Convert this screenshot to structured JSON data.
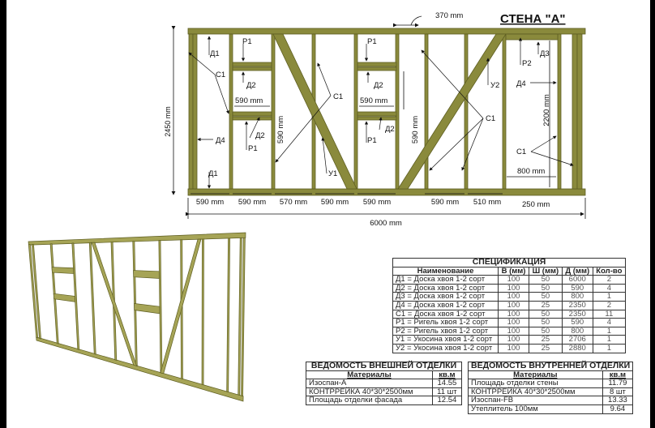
{
  "drawing": {
    "title": "СТЕНА \"А\"",
    "dims": {
      "height": "2450 mm",
      "total_width": "6000 mm",
      "top_gap": "370 mm",
      "window1_width": "590 mm",
      "window1_height": "590 mm",
      "window2_width": "590 mm",
      "window2_height": "590 mm",
      "door_height": "2200 mm",
      "door_width": "800 mm",
      "end_gap": "250 mm",
      "bottom": [
        "590 mm",
        "590 mm",
        "570 mm",
        "590 mm",
        "590 mm",
        "590 mm",
        "510 mm"
      ]
    },
    "labels": [
      "Д1",
      "С1",
      "Д4",
      "Д1",
      "Р1",
      "Д2",
      "Д2",
      "Р1",
      "С1",
      "У1",
      "Р1",
      "Д2",
      "Д2",
      "Р1",
      "У2",
      "С1",
      "Р2",
      "Д3",
      "Д4",
      "С1"
    ]
  },
  "colors": {
    "wood": "#8a8a3c",
    "wood_dark": "#5e5e22",
    "wood_light": "#a6a456"
  },
  "spec": {
    "title": "СПЕЦИФИКАЦИЯ",
    "headers": [
      "Наименование",
      "В (мм)",
      "Ш (мм)",
      "Д (мм)",
      "Кол-во"
    ],
    "rows": [
      [
        "Д1 = Доска хвоя 1-2 сорт",
        "100",
        "50",
        "6000",
        "2"
      ],
      [
        "Д2 = Доска хвоя 1-2 сорт",
        "100",
        "50",
        "590",
        "4"
      ],
      [
        "Д3 = Доска хвоя 1-2 сорт",
        "100",
        "50",
        "800",
        "1"
      ],
      [
        "Д4 = Доска хвоя 1-2 сорт",
        "100",
        "25",
        "2350",
        "2"
      ],
      [
        "С1 = Доска хвоя 1-2 сорт",
        "100",
        "50",
        "2350",
        "11"
      ],
      [
        "Р1 = Ригель хвоя 1-2 сорт",
        "100",
        "50",
        "590",
        "4"
      ],
      [
        "Р2 = Ригель хвоя 1-2 сорт",
        "100",
        "50",
        "800",
        "1"
      ],
      [
        "У1 = Укосина хвоя 1-2 сорт",
        "100",
        "25",
        "2706",
        "1"
      ],
      [
        "У2 = Укосина хвоя 1-2 сорт",
        "100",
        "25",
        "2880",
        "1"
      ]
    ]
  },
  "outer": {
    "title": "ВЕДОМОСТЬ  ВНЕШНЕЙ ОТДЕЛКИ",
    "headers": [
      "Материалы",
      "кв.м"
    ],
    "rows": [
      [
        "Изоспан-А",
        "14.55"
      ],
      [
        "КОНТРРЕЙКА 40*30*2500мм",
        "11 шт"
      ],
      [
        "Площадь отделки фасада",
        "12.54"
      ]
    ]
  },
  "inner": {
    "title": "ВЕДОМОСТЬ  ВНУТРЕННЕЙ ОТДЕЛКИ",
    "headers": [
      "Материалы",
      "кв.м"
    ],
    "rows": [
      [
        "Площадь отделки стены",
        "11.79"
      ],
      [
        "КОНТРРЕЙКА 40*30*2500мм",
        "8 шт"
      ],
      [
        "Изоспан-FB",
        "13.33"
      ],
      [
        "Утеплитель 100мм",
        "9.64"
      ]
    ]
  }
}
